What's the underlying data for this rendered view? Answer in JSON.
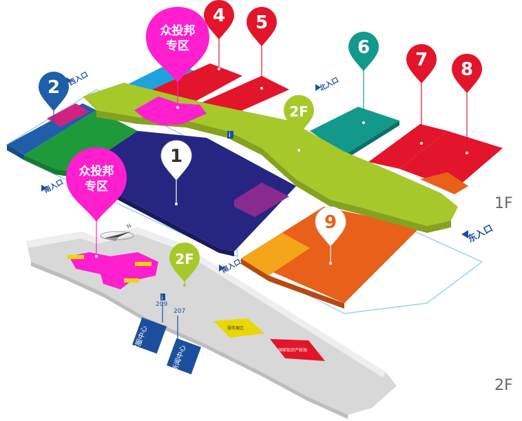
{
  "floors": {
    "first": "1F",
    "second": "2F"
  },
  "pins": [
    {
      "id": "1",
      "label": "1",
      "color": "#ffffff",
      "text_color": "#333333"
    },
    {
      "id": "2",
      "label": "2",
      "color": "#1f5fa8",
      "text_color": "#ffffff"
    },
    {
      "id": "4",
      "label": "4",
      "color": "#e3152b",
      "text_color": "#ffffff"
    },
    {
      "id": "5",
      "label": "5",
      "color": "#e3152b",
      "text_color": "#ffffff"
    },
    {
      "id": "6",
      "label": "6",
      "color": "#12998c",
      "text_color": "#ffffff"
    },
    {
      "id": "7",
      "label": "7",
      "color": "#e3152b",
      "text_color": "#ffffff"
    },
    {
      "id": "8",
      "label": "8",
      "color": "#e3152b",
      "text_color": "#ffffff"
    },
    {
      "id": "9",
      "label": "9",
      "color": "#ffffff",
      "text_color": "#e8601a"
    },
    {
      "id": "2f-a",
      "label": "2F",
      "color": "#a6c82a",
      "text_color": "#ffffff"
    },
    {
      "id": "2f-b",
      "label": "2F",
      "color": "#a6c82a",
      "text_color": "#ffffff"
    }
  ],
  "zones": {
    "line1": "众投邦",
    "line2": "专区",
    "color": "#ff1fcf"
  },
  "entrances": {
    "west": "西入口",
    "north": "北入口",
    "east": "东入口",
    "south_left": "南入口",
    "south_mid": "南入口"
  },
  "rooms": {
    "r209": "209",
    "r207": "207"
  },
  "services": {
    "customer": "客服中心",
    "news": "新闻中心"
  },
  "tiny_labels": {
    "yellow": "服务展区",
    "red": "国家知识产权局"
  },
  "colors": {
    "lime": "#a6c82a",
    "navy": "#262682",
    "orange": "#e8601a",
    "amber": "#f4a51a",
    "red": "#e3152b",
    "teal": "#12998c",
    "blue": "#1f5fa8",
    "green": "#1f9a3a",
    "sky": "#1fa3dd",
    "magenta": "#ff1fcf",
    "purple": "#8a2a8f",
    "grey": "#d8d8d8"
  }
}
